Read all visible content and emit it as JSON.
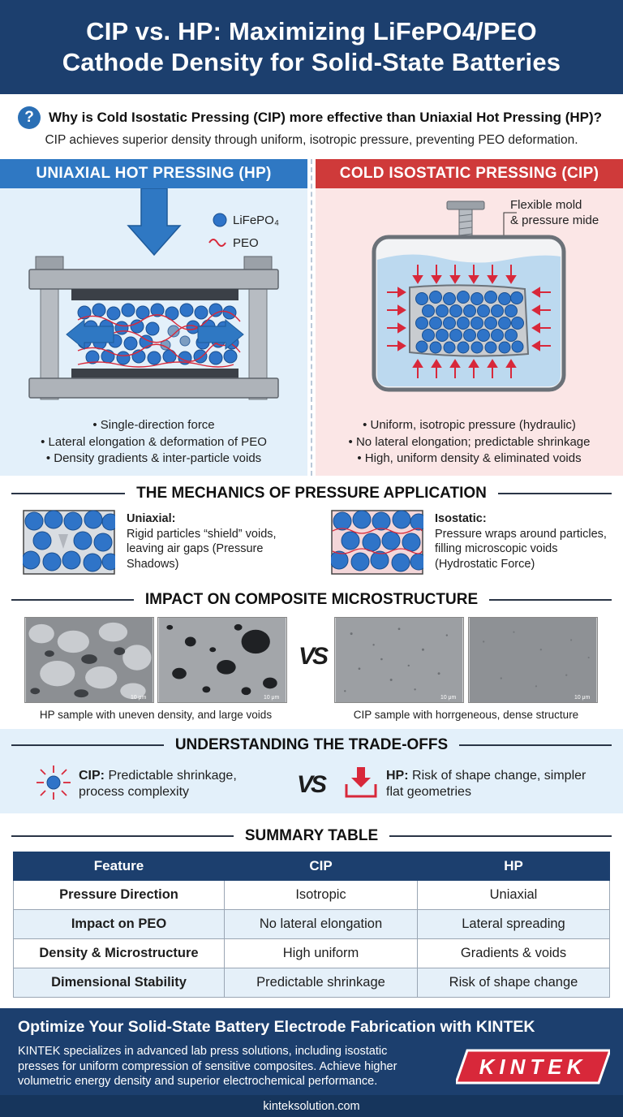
{
  "header": {
    "title_line1": "CIP vs. HP: Maximizing LiFePO4/PEO",
    "title_line2": "Cathode Density for Solid-State Batteries"
  },
  "question": {
    "icon": "?",
    "text": "Why is Cold Isostatic Pressing (CIP) more effective than Uniaxial Hot Pressing (HP)?",
    "answer": "CIP achieves superior density through uniform, isotropic pressure, preventing PEO deformation."
  },
  "hp_panel": {
    "title": "UNIAXIAL HOT PRESSING (HP)",
    "legend_lifepo4": "LiFePO₄",
    "legend_peo": "PEO",
    "bullets": [
      "• Single-direction force",
      "• Lateral elongation & deformation of PEO",
      "• Density gradients & inter-particle voids"
    ]
  },
  "cip_panel": {
    "title": "COLD ISOSTATIC PRESSING (CIP)",
    "callout_line1": "Flexible mold",
    "callout_line2": "& pressure mide",
    "bullets": [
      "• Uniform, isotropic pressure (hydraulic)",
      "• No lateral elongation; predictable shrinkage",
      "• High, uniform density & eliminated voids"
    ]
  },
  "mechanics": {
    "title": "THE MECHANICS OF PRESSURE APPLICATION",
    "uniaxial_label": "Uniaxial:",
    "uniaxial_text": "Rigid particles “shield” voids, leaving air gaps (Pressure Shadows)",
    "isostatic_label": "Isostatic:",
    "isostatic_text": "Pressure wraps around particles, filling microscopic voids (Hydrostatic Force)"
  },
  "microstructure": {
    "title": "IMPACT ON COMPOSITE MICROSTRUCTURE",
    "scale_label": "10 μm",
    "vs": "VS",
    "hp_caption": "HP sample with uneven density, and large voids",
    "cip_caption": "CIP sample with horrgeneous, dense structure"
  },
  "tradeoffs": {
    "title": "UNDERSTANDING THE TRADE-OFFS",
    "cip_label": "CIP:",
    "cip_text_line1": "Predictable shrinkage,",
    "cip_text_line2": "process complexity",
    "vs": "VS",
    "hp_label": "HP:",
    "hp_text_line1": "Risk of shape change, simpler",
    "hp_text_line2": "flat geometries"
  },
  "summary": {
    "title": "SUMMARY TABLE",
    "headers": [
      "Feature",
      "CIP",
      "HP"
    ],
    "rows": [
      [
        "Pressure Direction",
        "Isotropic",
        "Uniaxial"
      ],
      [
        "Impact on PEO",
        "No lateral elongation",
        "Lateral spreading"
      ],
      [
        "Density & Microstructure",
        "High uniform",
        "Gradients & voids"
      ],
      [
        "Dimensional Stability",
        "Predictable shrinkage",
        "Risk of shape change"
      ]
    ]
  },
  "footer": {
    "title": "Optimize Your Solid-State Battery Electrode Fabrication with KINTEK",
    "body": "KINTEK specializes in advanced lab press solutions, including isostatic presses for uniform compression of sensitive composites. Achieve higher volumetric energy density and superior electrochemical performance.",
    "logo_text": "KINTEK",
    "url": "kinteksolution.com"
  },
  "colors": {
    "navy": "#1c3f6e",
    "hp_blue": "#2f78c3",
    "cip_red": "#cf3a3a",
    "particle_blue": "#2f74c8",
    "peo_red": "#d8283a"
  }
}
